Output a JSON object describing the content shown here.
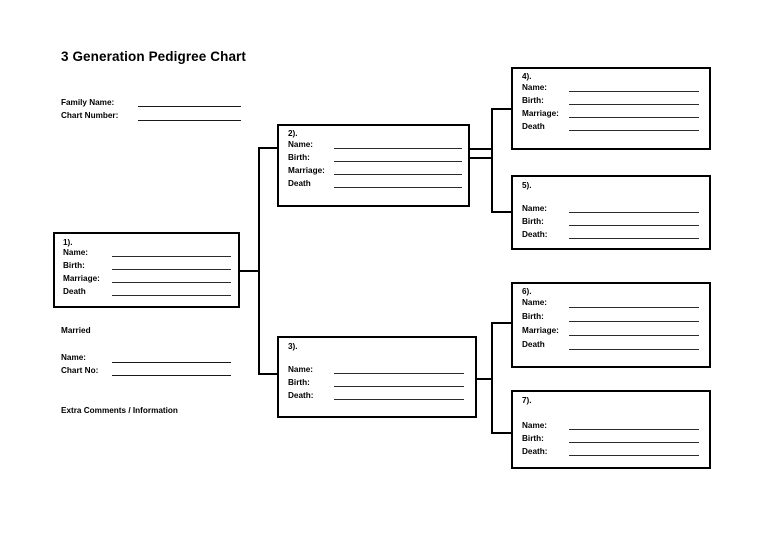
{
  "document": {
    "title": "3 Generation Pedigree Chart"
  },
  "header": {
    "fields": [
      {
        "label": "Family Name:"
      },
      {
        "label": "Chart Number:"
      }
    ]
  },
  "left_column": {
    "married_label": "Married",
    "spouse_fields": [
      {
        "label": "Name:"
      },
      {
        "label": "Chart No:"
      }
    ],
    "comments_label": "Extra Comments / Information"
  },
  "boxes": [
    {
      "number": "1).",
      "fields": [
        {
          "label": "Name:"
        },
        {
          "label": "Birth:"
        },
        {
          "label": "Marriage:"
        },
        {
          "label": "Death"
        }
      ]
    },
    {
      "number": "2).",
      "fields": [
        {
          "label": "Name:"
        },
        {
          "label": "Birth:"
        },
        {
          "label": "Marriage:"
        },
        {
          "label": "Death"
        }
      ]
    },
    {
      "number": "3).",
      "fields": [
        {
          "label": "Name:"
        },
        {
          "label": "Birth:"
        },
        {
          "label": "Death:"
        }
      ]
    },
    {
      "number": "4).",
      "fields": [
        {
          "label": "Name:"
        },
        {
          "label": "Birth:"
        },
        {
          "label": "Marriage:"
        },
        {
          "label": "Death"
        }
      ]
    },
    {
      "number": "5).",
      "fields": [
        {
          "label": "Name:"
        },
        {
          "label": "Birth:"
        },
        {
          "label": "Death:"
        }
      ]
    },
    {
      "number": "6).",
      "fields": [
        {
          "label": "Name:"
        },
        {
          "label": "Birth:"
        },
        {
          "label": "Marriage:"
        },
        {
          "label": "Death"
        }
      ]
    },
    {
      "number": "7).",
      "fields": [
        {
          "label": "Name:"
        },
        {
          "label": "Birth:"
        },
        {
          "label": "Death:"
        }
      ]
    }
  ],
  "colors": {
    "box_border": "#000000",
    "rule_line": "#2b2b2b",
    "text": "#000000",
    "background": "#ffffff"
  }
}
